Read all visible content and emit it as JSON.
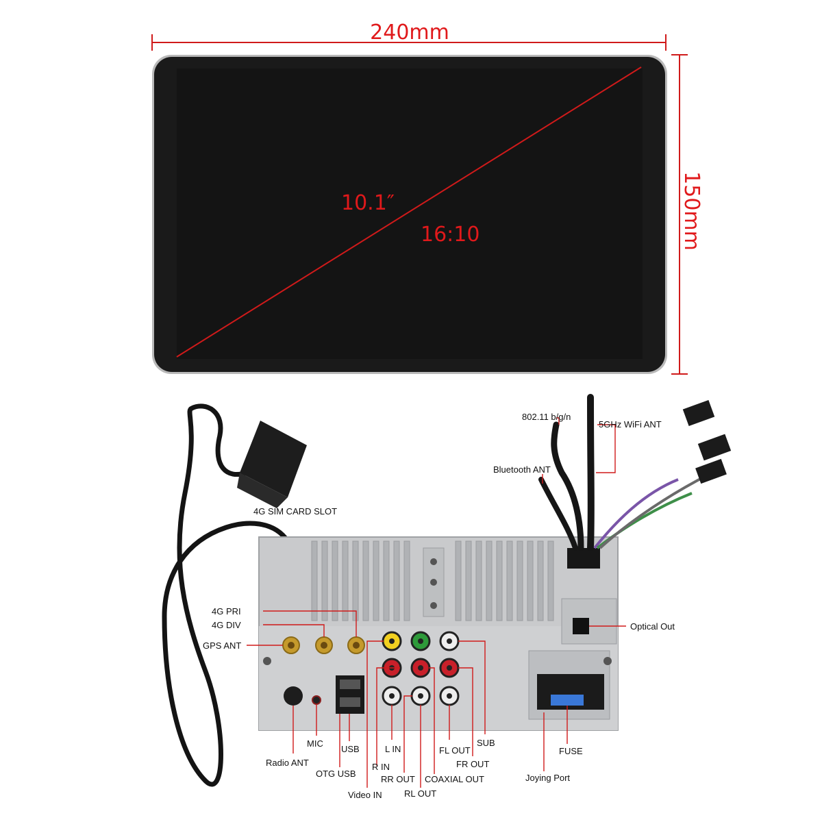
{
  "dimensions": {
    "width": "240mm",
    "height": "150mm"
  },
  "screen": {
    "size": "10.1″",
    "ratio": "16:10"
  },
  "labels": {
    "sim_slot": "4G SIM CARD SLOT",
    "wifi_802": "802.11 b/g/n",
    "wifi_5g": "5GHz WiFi ANT",
    "bluetooth": "Bluetooth ANT",
    "pri_4g": "4G PRI",
    "div_4g": "4G DIV",
    "gps": "GPS ANT",
    "optical": "Optical Out",
    "mic": "MIC",
    "usb": "USB",
    "l_in": "L IN",
    "fl_out": "FL OUT",
    "sub": "SUB",
    "fuse": "FUSE",
    "radio": "Radio ANT",
    "otg": "OTG USB",
    "r_in": "R IN",
    "rr_out": "RR OUT",
    "coaxial": "COAXIAL OUT",
    "fr_out": "FR OUT",
    "joying": "Joying Port",
    "video_in": "Video IN",
    "rl_out": "RL OUT"
  },
  "colors": {
    "accent": "#d01a1a",
    "screen_black": "#141414",
    "chassis": "#c9cacc",
    "rca_yellow": "#f2d020",
    "rca_green": "#2e9a3a",
    "rca_red": "#c8202a",
    "rca_white": "#eeeeee",
    "fuse_blue": "#3a78d8"
  }
}
